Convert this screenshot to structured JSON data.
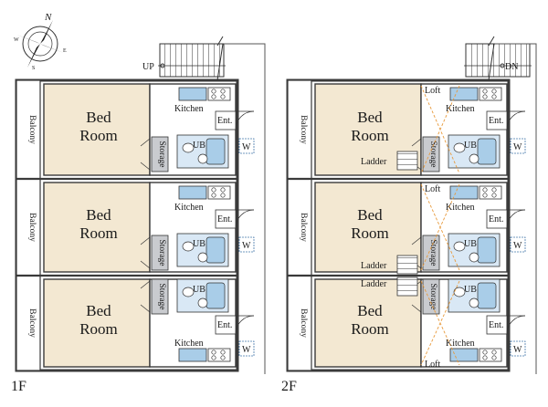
{
  "compass": {
    "north": "N",
    "west": "W",
    "east": "E",
    "south": "S"
  },
  "floors": [
    {
      "id": "1f",
      "label": "1F",
      "stair": "UP",
      "units": [
        {
          "bed_line1": "Bed",
          "bed_line2": "Room",
          "balcony": "Balcony",
          "kitchen": "Kitchen",
          "entrance": "Ent.",
          "bath": "UB",
          "storage": "Storage",
          "washer": "W"
        },
        {
          "bed_line1": "Bed",
          "bed_line2": "Room",
          "balcony": "Balcony",
          "kitchen": "Kitchen",
          "entrance": "Ent.",
          "bath": "UB",
          "storage": "Storage",
          "washer": "W"
        },
        {
          "bed_line1": "Bed",
          "bed_line2": "Room",
          "balcony": "Balcony",
          "kitchen": "Kitchen",
          "entrance": "Ent.",
          "bath": "UB",
          "storage": "Storage",
          "washer": "W"
        }
      ]
    },
    {
      "id": "2f",
      "label": "2F",
      "stair": "DN",
      "units": [
        {
          "bed_line1": "Bed",
          "bed_line2": "Room",
          "balcony": "Balcony",
          "kitchen": "Kitchen",
          "entrance": "Ent.",
          "bath": "UB",
          "storage": "Storage",
          "washer": "W",
          "loft": "Loft",
          "ladder": "Ladder"
        },
        {
          "bed_line1": "Bed",
          "bed_line2": "Room",
          "balcony": "Balcony",
          "kitchen": "Kitchen",
          "entrance": "Ent.",
          "bath": "UB",
          "storage": "Storage",
          "washer": "W",
          "loft": "Loft",
          "ladder": "Ladder"
        },
        {
          "bed_line1": "Bed",
          "bed_line2": "Room",
          "balcony": "Balcony",
          "kitchen": "Kitchen",
          "entrance": "Ent.",
          "bath": "UB",
          "storage": "Storage",
          "washer": "W",
          "loft": "Loft",
          "ladder": "Ladder"
        }
      ]
    }
  ],
  "colors": {
    "wall": "#3a3a3a",
    "room_fill": "#f3e8d2",
    "wet_fill": "#d9e8f5",
    "storage_fill": "#c9cbcf",
    "fixture": "#a9cde8",
    "loft_line": "#e89a3c",
    "ink": "#1a1a1a"
  }
}
